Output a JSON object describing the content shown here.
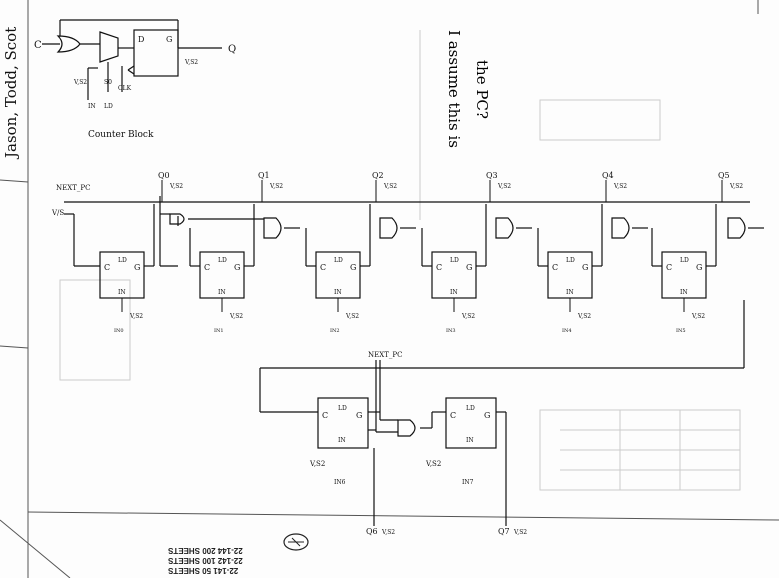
{
  "authors": "Jason, Todd, Scot",
  "note": {
    "line1": "I assume this is",
    "line2": "the PC?"
  },
  "counter_block": {
    "title": "Counter Block",
    "labels": {
      "c": "C",
      "q": "Q",
      "d": "D",
      "g": "G",
      "vss": "V,S2",
      "s0": "S0",
      "clk": "CLK",
      "in": "IN",
      "ld": "LD",
      "vs_left": "V,S2"
    }
  },
  "top_row": {
    "next_pc": "NEXT_PC",
    "vs_input": "V/S",
    "cells": [
      {
        "q": "Q0",
        "vs": "V,S2",
        "footer": "IN0"
      },
      {
        "q": "Q1",
        "vs": "V,S2",
        "footer": "IN1"
      },
      {
        "q": "Q2",
        "vs": "V,S2",
        "footer": "IN2"
      },
      {
        "q": "Q3",
        "vs": "V,S2",
        "footer": "IN3"
      },
      {
        "q": "Q4",
        "vs": "V,S2",
        "footer": "IN4"
      },
      {
        "q": "Q5",
        "vs": "V,S2",
        "footer": "IN5"
      }
    ],
    "box": {
      "c": "C",
      "ld": "LD",
      "g": "G",
      "in": "IN"
    }
  },
  "bottom_row": {
    "next_pc": "NEXT_PC",
    "cells": [
      {
        "vs": "V,S2",
        "footer": "IN6",
        "q": "Q6"
      },
      {
        "vs": "V,S2",
        "footer": "IN7",
        "q": "Q7"
      }
    ]
  },
  "pad": {
    "line1": "22-141  50 SHEETS",
    "line2": "22-142  100 SHEETS",
    "line3": "22-144  200 SHEETS"
  }
}
